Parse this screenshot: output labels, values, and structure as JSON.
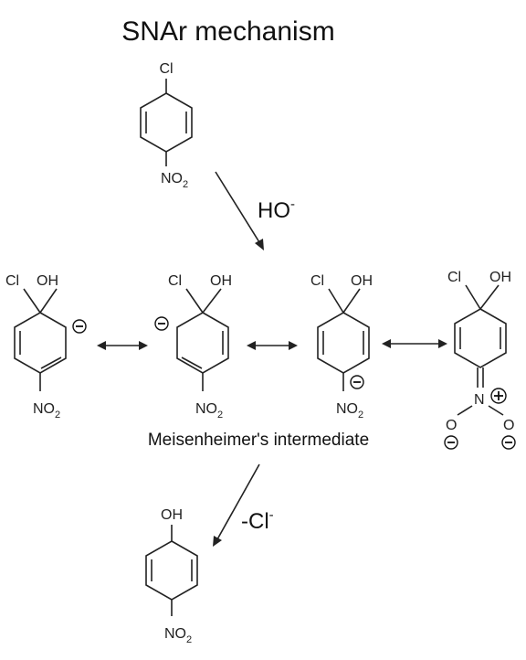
{
  "title": "SNAr mechanism",
  "labels": {
    "cl": "Cl",
    "oh": "OH",
    "no": "NO",
    "no_sub": "2",
    "n": "N",
    "o": "O",
    "reagent": "HO",
    "reagent_sup": "-",
    "leaving": "-Cl",
    "leaving_sup": "-",
    "caption": "Meisenheimer's intermediate"
  }
}
